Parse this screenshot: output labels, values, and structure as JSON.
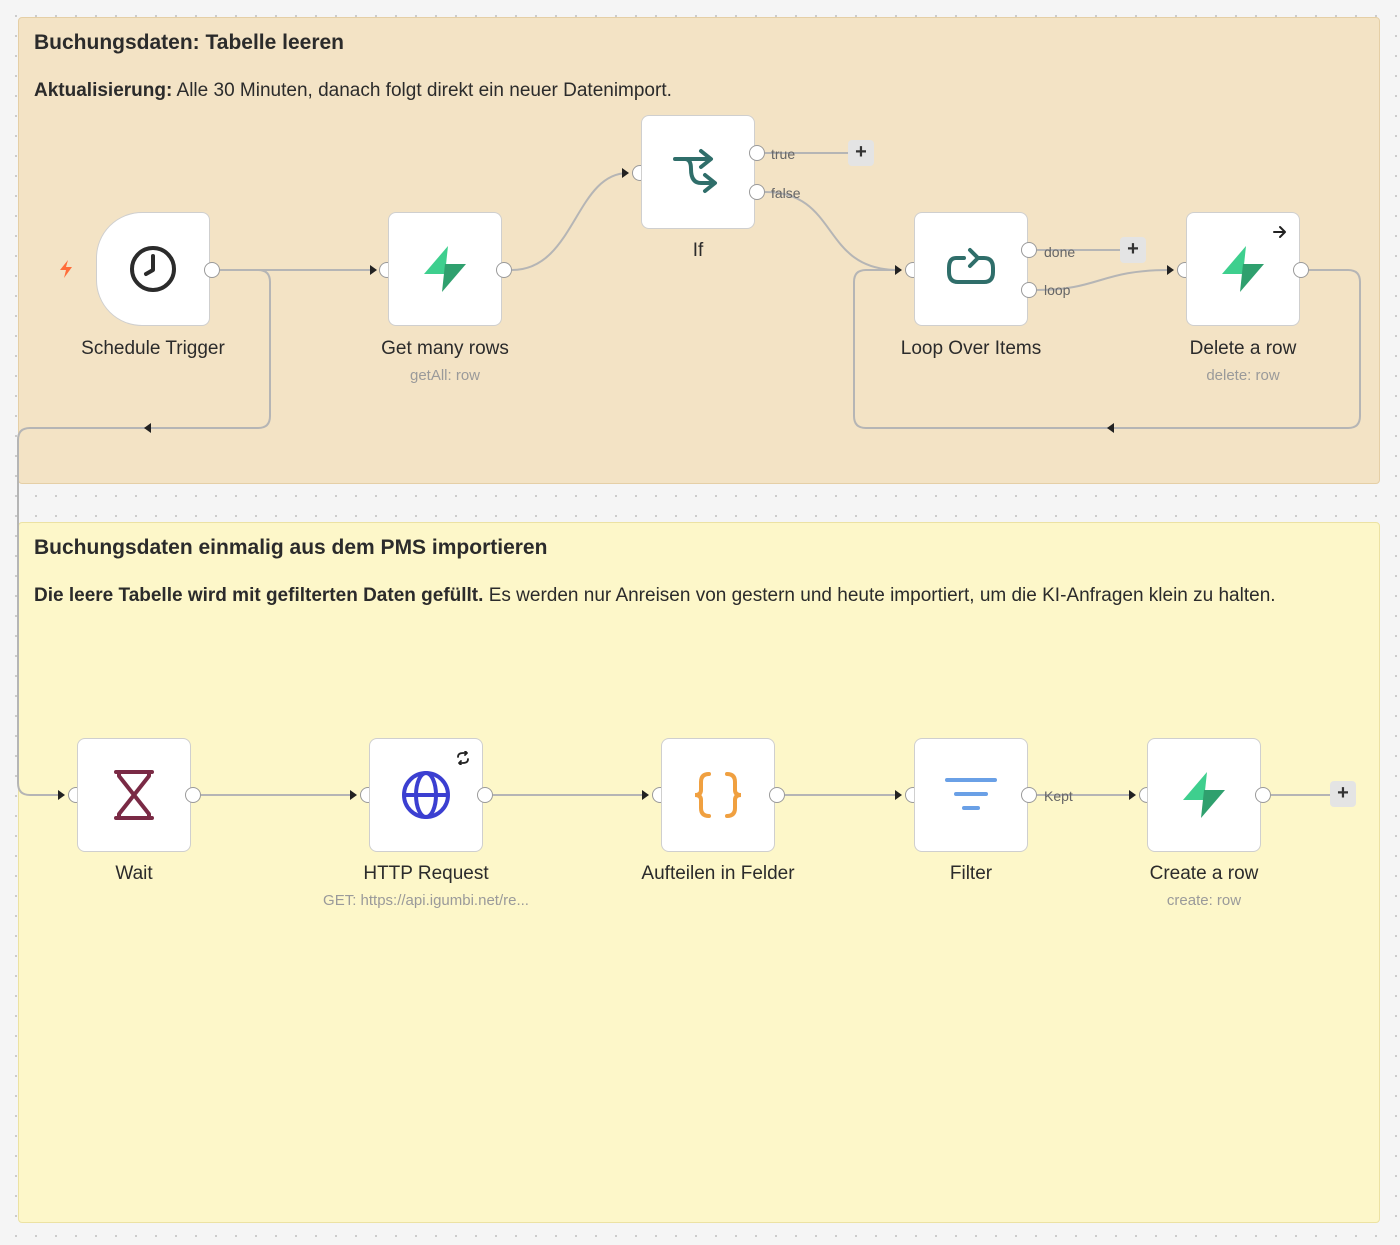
{
  "sticky_notes": [
    {
      "title": "Buchungsdaten: Tabelle leeren",
      "desc_bold": "Aktualisierung:",
      "desc_text": " Alle 30 Minuten, danach folgt direkt ein neuer Datenimport."
    },
    {
      "title": "Buchungsdaten einmalig aus dem PMS importieren",
      "desc_bold": "Die leere Tabelle wird mit gefilterten Daten gefüllt.",
      "desc_text": " Es werden nur Anreisen von gestern und heute importiert, um die KI-Anfragen klein zu halten."
    }
  ],
  "nodes": {
    "schedule_trigger": {
      "label": "Schedule Trigger",
      "icon": "clock-icon"
    },
    "get_many_rows": {
      "label": "Get many rows",
      "sub": "getAll: row",
      "icon": "supabase-bolt-icon"
    },
    "if_node": {
      "label": "If",
      "icon": "branch-icon",
      "out_true": "true",
      "out_false": "false"
    },
    "loop_over_items": {
      "label": "Loop Over Items",
      "icon": "loop-icon",
      "out_done": "done",
      "out_loop": "loop"
    },
    "delete_row": {
      "label": "Delete a row",
      "sub": "delete: row",
      "icon": "supabase-bolt-icon"
    },
    "wait": {
      "label": "Wait",
      "icon": "hourglass-icon"
    },
    "http_request": {
      "label": "HTTP Request",
      "sub": "GET: https://api.igumbi.net/re...",
      "icon": "globe-icon"
    },
    "split_fields": {
      "label": "Aufteilen in Felder",
      "icon": "braces-icon"
    },
    "filter": {
      "label": "Filter",
      "icon": "filter-icon",
      "out_kept": "Kept"
    },
    "create_row": {
      "label": "Create a row",
      "sub": "create: row",
      "icon": "supabase-bolt-icon"
    }
  },
  "colors": {
    "sticky_orange": "#f3e3c5",
    "sticky_yellow": "#fdf7c9",
    "supabase_green": "#3ecf8e",
    "wait_maroon": "#7a2a45",
    "http_blue": "#3b3fd1",
    "code_orange": "#f0a040",
    "filter_blue": "#6aa0e6",
    "teal": "#2f6e6a",
    "trigger_bolt": "#ff6d3a"
  }
}
